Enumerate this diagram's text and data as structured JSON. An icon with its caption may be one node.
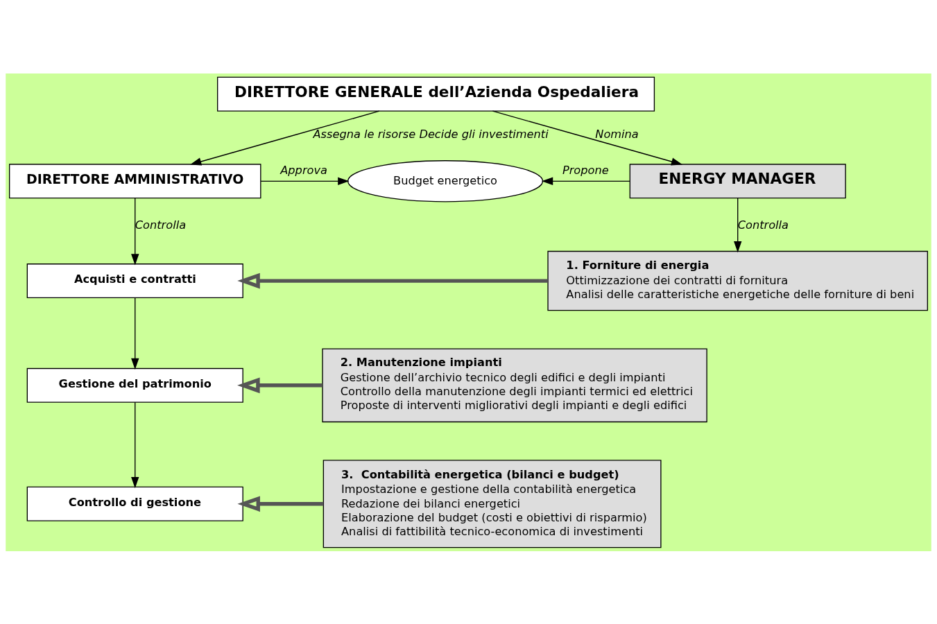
{
  "diagram": {
    "nodes": [
      {
        "text": [
          "DIRETTORE GENERALE dell’Azienda Ospedaliera"
        ]
      },
      {
        "text": [
          "DIRETTORE AMMINISTRATIVO"
        ]
      },
      {
        "text": [
          "Budget energetico"
        ]
      },
      {
        "text": [
          "ENERGY MANAGER"
        ]
      },
      {
        "text": [
          "Acquisti e contratti"
        ]
      },
      {
        "text": [
          "1. Forniture di energia",
          "Ottimizzazione dei contratti di fornitura",
          "Analisi delle caratteristiche energetiche delle forniture di beni"
        ]
      },
      {
        "text": [
          "Gestione del patrimonio"
        ]
      },
      {
        "text": [
          "2. Manutenzione impianti",
          "Gestione dell’archivio tecnico degli edifici e degli impianti",
          "Controllo della manutenzione degli impianti termici ed elettrici",
          "Proposte di interventi migliorativi degli impianti e degli edifici"
        ]
      },
      {
        "text": [
          "Controllo di gestione"
        ]
      },
      {
        "text": [
          "3.  Contabilità energetica (bilanci e budget)",
          "Impostazione e gestione della contabilità energetica",
          "Redazione dei bilanci energetici",
          "Elaborazione del budget (costi e obiettivi di risparmio)",
          "Analisi di fattibilità tecnico-economica di investimenti"
        ]
      }
    ],
    "edges": [
      {
        "from": 0,
        "to": 1,
        "arrow": "to",
        "label": "Assegna le risorse Decide gli investimenti"
      },
      {
        "from": 0,
        "to": 3,
        "arrow": "to",
        "label": "Nomina"
      },
      {
        "from": 1,
        "to": 2,
        "arrow": "to",
        "label": "Approva"
      },
      {
        "from": 3,
        "to": 2,
        "arrow": "to",
        "label": "Propone"
      },
      {
        "from": 1,
        "to": 4,
        "arrow": "to",
        "label": "Controlla"
      },
      {
        "from": 3,
        "to": 5,
        "arrow": "to",
        "label": "Controlla"
      },
      {
        "from": 4,
        "to": 6,
        "arrow": "to"
      },
      {
        "from": 6,
        "to": 8,
        "arrow": "to"
      },
      {
        "from": 5,
        "to": 4,
        "arrow": "to",
        "style": "thick"
      },
      {
        "from": 7,
        "to": 6,
        "arrow": "to",
        "style": "thick"
      },
      {
        "from": 9,
        "to": 8,
        "arrow": "to",
        "style": "thick"
      }
    ]
  }
}
